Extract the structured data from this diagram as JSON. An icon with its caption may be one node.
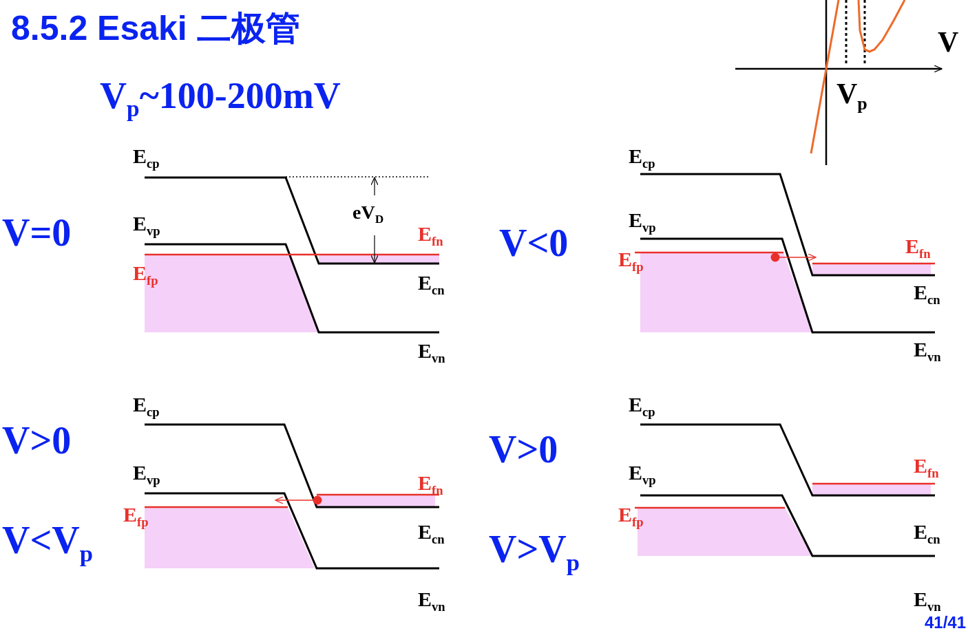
{
  "diagram": {
    "title": "8.5.2 Esaki 二极管",
    "labels": [
      "V$_{p}$~100-200mV",
      "V",
      "V$_{p}$",
      "E$_{cp}$",
      "E$_{vp}$",
      "eV$_{D}$",
      "E$_{fn}$",
      "E$_{fp}$",
      "E$_{cn}$",
      "E$_{vn}$",
      "V=0",
      "V<0",
      "E$_{cp}$",
      "E$_{vp}$",
      "E$_{fn}$",
      "E$_{fp}$",
      "E$_{cn}$",
      "E$_{vn}$",
      "V>0",
      "E$_{cp}$",
      "E$_{vp}$",
      "E$_{fn}$",
      "E$_{fp}$",
      "V<V$_{p}$",
      "E$_{cn}$",
      "E$_{vn}$",
      "V>0",
      "E$_{cp}$",
      "E$_{fn}$",
      "E$_{vp}$",
      "E$_{fp}$",
      "V>V$_{p}$",
      "E$_{cn}$",
      "E$_{vn}$",
      "41/41"
    ]
  }
}
